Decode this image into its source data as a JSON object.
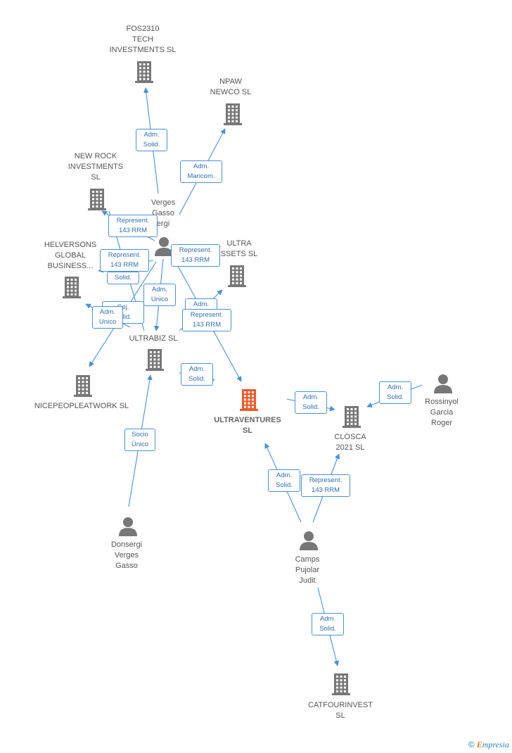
{
  "nodes": {
    "fos2310": {
      "label": "FOS2310\nTECH\nINVESTMENTS SL",
      "kind": "company"
    },
    "npaw": {
      "label": "NPAW\nNEWCO  SL",
      "kind": "company"
    },
    "newrock": {
      "label": "NEW ROCK\nINVESTMENTS\nSL",
      "kind": "company"
    },
    "verges": {
      "label": "Verges\nGasso\nergi",
      "kind": "person"
    },
    "helversons": {
      "label": "HELVERSONS\nGLOBAL\nBUSINESS...",
      "kind": "company"
    },
    "ultra": {
      "label": "ULTRA\nSSETS  SL",
      "kind": "company"
    },
    "ultrabiz": {
      "label": "ULTRABIZ SL",
      "kind": "company"
    },
    "nicepeople": {
      "label": "NICEPEOPLEATWORK SL",
      "kind": "company"
    },
    "ultraventures": {
      "label": "ULTRAVENTURES\nSL",
      "kind": "main"
    },
    "closca": {
      "label": "CLOSCA\n2021  SL",
      "kind": "company"
    },
    "rossinyol": {
      "label": "Rossinyol\nGarcia\nRoger",
      "kind": "person"
    },
    "donsergi": {
      "label": "Donsergi\nVerges\nGasso",
      "kind": "person"
    },
    "camps": {
      "label": "Camps\nPujolar\nJudit",
      "kind": "person"
    },
    "catfour": {
      "label": "CATFOURINVEST\nSL",
      "kind": "company"
    }
  },
  "edges": [
    {
      "id": "e1",
      "label": "Adm.\nSolid."
    },
    {
      "id": "e2",
      "label": "Adm.\nMancom."
    },
    {
      "id": "e3",
      "label": "Represent.\n143 RRM"
    },
    {
      "id": "e4",
      "label": "Represent.\n143 RRM"
    },
    {
      "id": "e5",
      "label": "Solid."
    },
    {
      "id": "e6",
      "label": "Represent.\n143 RRM"
    },
    {
      "id": "e7",
      "label": "Adm.\nUnico"
    },
    {
      "id": "e8",
      "label": "Cej.\nSolid."
    },
    {
      "id": "e9",
      "label": "Adm.\nUnico"
    },
    {
      "id": "e10",
      "label": "Adm."
    },
    {
      "id": "e11",
      "label": "Represent.\n143 RRM"
    },
    {
      "id": "e12",
      "label": "Adm.\nSolid."
    },
    {
      "id": "e13",
      "label": "Socio\nÚnico"
    },
    {
      "id": "e14",
      "label": "Adm.\nSolid."
    },
    {
      "id": "e15",
      "label": "Adm.\nSolid."
    },
    {
      "id": "e16",
      "label": "Adm.\nSolid."
    },
    {
      "id": "e17",
      "label": "Represent.\n143 RRM"
    },
    {
      "id": "e18",
      "label": "Adm.\nSolid."
    }
  ],
  "colors": {
    "edge": "#4a90d9",
    "company": "#777777",
    "main": "#f05a28",
    "person": "#777777"
  },
  "footer": {
    "copyright": "©",
    "brand_e": "E",
    "brand_rest": "mpresia"
  }
}
